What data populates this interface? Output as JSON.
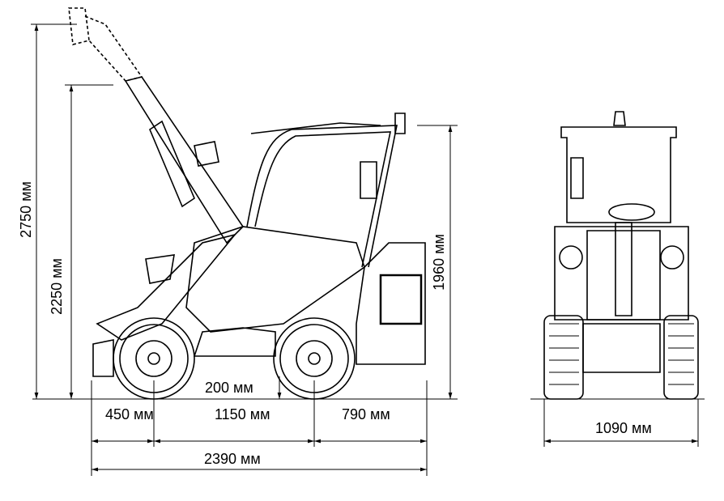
{
  "title": "Loader dimensions drawing",
  "dimensions": {
    "max_height": "2750 мм",
    "pin_height": "2250 мм",
    "cab_height": "1960 мм",
    "ground_clearance": "200 мм",
    "front_overhang": "450 мм",
    "wheelbase": "1150 мм",
    "rear_overhang": "790 мм",
    "overall_length": "2390 мм",
    "overall_width": "1090 мм"
  }
}
